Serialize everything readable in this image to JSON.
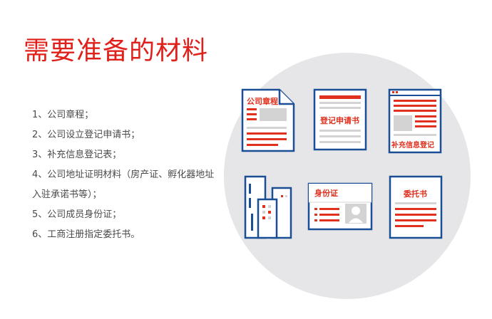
{
  "title": "需要准备的材料",
  "items": [
    "1、公司章程；",
    "2、公司设立登记申请书；",
    "3、补充信息登记表；",
    "4、公司地址证明材料（房产证、孵化器地址入驻承诺书等）；",
    "5、公司成员身份证；",
    "6、工商注册指定委托书。"
  ],
  "documents": {
    "articles": "公司章程",
    "application": "登记申请书",
    "supplement": "补充信息登记",
    "id_card": "身份证",
    "proxy": "委托书"
  },
  "colors": {
    "accent": "#e0201a",
    "blue": "#1a4f96",
    "circle": "#e6e6e8"
  }
}
